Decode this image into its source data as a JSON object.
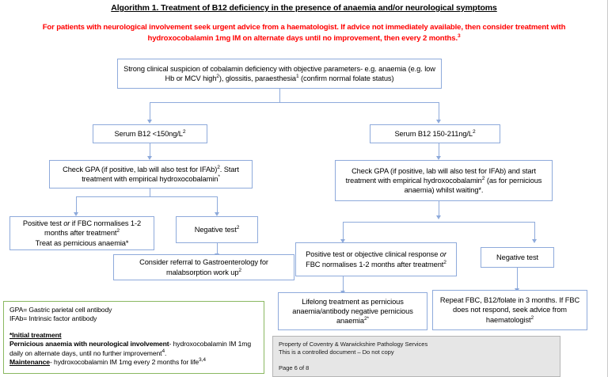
{
  "document": {
    "title": "Algorithm 1. Treatment of B12 deficiency in the presence of anaemia and/or neurological symptoms",
    "warning": "For patients with neurological involvement seek urgent advice from a haematologist. If advice not immediately available, then consider treatment with hydroxocobalamin 1mg IM on alternate days until no improvement, then every 2 months.",
    "warning_sup": "3",
    "warning_color": "#FF0000",
    "box_border_color": "#8EAADB",
    "legend_border_color": "#8AB861"
  },
  "nodes": {
    "start": {
      "line1_a": "Strong clinical suspicion of cobalamin deficiency with objective parameters- e.g. anaemia (e.g.",
      "line2_a": "low Hb or MCV high",
      "line2_sup": "2",
      "line2_b": "), glossitis, paraesthesia",
      "line2_sup2": "1",
      "line2_c": " (confirm normal folate status)"
    },
    "serum_low": {
      "text": "Serum B12 <150ng/L",
      "sup": "2"
    },
    "serum_mid": {
      "text": "Serum B12 150-211ng/L",
      "sup": "2"
    },
    "check_gpa_left": {
      "part1": "Check GPA (if positive, lab will also test for IFAb)",
      "sup1": "2",
      "part2": ". Start treatment with empirical hydroxocobalamin",
      "sup2": "*"
    },
    "check_gpa_right": {
      "part1": "Check GPA (if positive, lab will also test for IFAb) and start treatment with empirical hydroxocobalamin",
      "sup1": "2",
      "part2": " (as for pernicious anaemia) whilst waiting*."
    },
    "positive_left": {
      "pre": "Positive test ",
      "em": "or",
      "post": " if FBC normalises 1-2 months after treatment",
      "sup": "2",
      "line3": "Treat as pernicious anaemia*"
    },
    "negative_left": {
      "text": "Negative test",
      "sup": "2"
    },
    "gastro": {
      "text": "Consider referral to Gastroenterology for malabsorption work up",
      "sup": "2"
    },
    "positive_right": {
      "pre": "Positive test or objective clinical response ",
      "em": "or",
      "post": " FBC normalises 1-2 months after treatment",
      "sup": "2"
    },
    "negative_right": {
      "text": "Negative test"
    },
    "lifelong": {
      "text": "Lifelong treatment as pernicious anaemia/antibody negative pernicious anaemia",
      "sup": "2*"
    },
    "repeat_fbc": {
      "text": "Repeat FBC, B12/folate in 3 months. If FBC does not respond, seek advice from haematologist",
      "sup": "2"
    }
  },
  "legend": {
    "gpa": "GPA= Gastric parietal cell antibody",
    "ifab": "IFAb= Intrinsic factor antibody",
    "heading": "*Initial treatment",
    "pa_bold": "Pernicious anaemia with neurological involvement",
    "pa_rest": "- hydroxocobalamin IM 1mg daily on alternate days, until no further improvement",
    "pa_sup": "4",
    "pa_end": ".",
    "maint_bold": "Maintenance",
    "maint_rest": "- hydroxocobalamin IM 1mg every 2 months for life",
    "maint_sup": "3,4"
  },
  "footer": {
    "line1": "Property of Coventry & Warwickshire Pathology Services",
    "line2": "This is a controlled document – Do not copy",
    "page": "Page 6 of 8"
  }
}
